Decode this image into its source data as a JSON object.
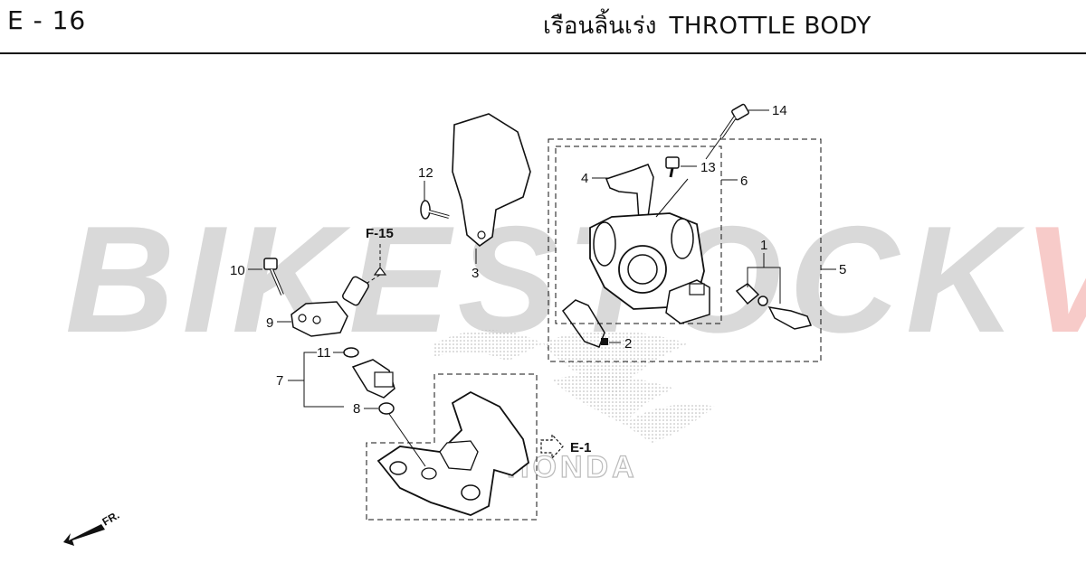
{
  "header": {
    "page_number": "E - 16",
    "title_th": "เรือนลิ้นเร่ง",
    "title_en": "THROTTLE BODY"
  },
  "watermark": {
    "part1": "BIKESTOCK",
    "part2": "VN",
    "color_gray": "#8c8c8c",
    "color_red": "#e8605a"
  },
  "brand_mark": {
    "text": "HONDA",
    "icon": "honda-wing-icon"
  },
  "references": {
    "f15": "F-15",
    "e1": "E-1"
  },
  "direction": {
    "label": "FR.",
    "icon": "front-arrow-icon"
  },
  "callouts": {
    "c1": "1",
    "c2": "2",
    "c3": "3",
    "c4": "4",
    "c5": "5",
    "c6": "6",
    "c7": "7",
    "c8": "8",
    "c9": "9",
    "c10": "10",
    "c11": "11",
    "c12": "12",
    "c13": "13",
    "c14": "14"
  }
}
